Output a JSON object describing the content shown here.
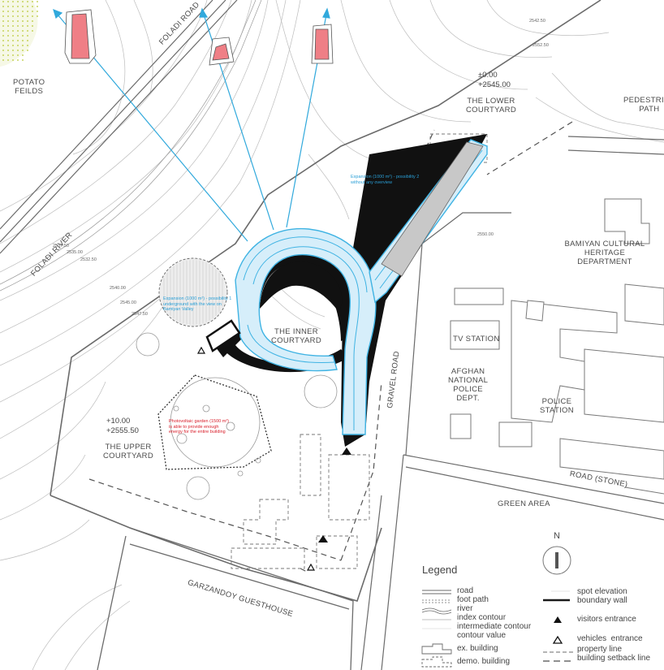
{
  "labels": {
    "potato_fields": "POTATO\nFEILDS",
    "foladi_road": "FOLADI ROAD",
    "foladi_river": "FOLADI RIVER",
    "lower_courtyard": "THE LOWER\nCOURTYARD",
    "pedestrian_path": "PEDESTRIAN\nPATH",
    "bamiyan_dept": "BAMIYAN CULTURAL HERITAGE\nDEPARTMENT",
    "inner_courtyard": "THE INNER\nCOURTYARD",
    "tv_station": "TV STATION",
    "police_dept": "AFGHAN\nNATIONAL\nPOLICE\nDEPT.",
    "police_station": "POLICE\nSTATION",
    "gravel_road": "GRAVEL ROAD",
    "upper_courtyard": "THE UPPER\nCOURTYARD",
    "road_stone": "ROAD (STONE)",
    "green_area": "GREEN AREA",
    "guesthouse": "GARZANDOY GUESTHOUSE",
    "north": "N"
  },
  "elevations": {
    "lower": "±0.00\n+2545.00",
    "upper": "+10.00\n+2555.50"
  },
  "notes": {
    "expansion_2": "Expansion (1000 m²) - possibility 2\nwithout any overview",
    "expansion_1": "Expansion (1000 m²) - possibility 1\nunderground with the view on\nBamiyan Valley",
    "photovoltaic": "Photovoltaic garden (1500 m²)\nis able to provide enough\nenergy for the entire building"
  },
  "contour_values": [
    "2542.50",
    "2537.50",
    "2535.00",
    "2532.50",
    "2540.00",
    "2545.00",
    "2547.50",
    "2550.00",
    "2552.50"
  ],
  "legend": {
    "title": "Legend",
    "left_items": [
      "road",
      "foot path",
      "river",
      "index contour",
      "intermediate contour",
      "contour value",
      "ex. building",
      "demo. building"
    ],
    "right_items": [
      "spot elevation",
      "boundary wall",
      "visitors entrance",
      "vehicles  entrance",
      "property line",
      "building setback line"
    ]
  },
  "colors": {
    "building_fill": "#d6eefa",
    "building_stroke": "#3fb3e3",
    "sightline": "#31a9dc",
    "monument": "#ef7f86",
    "field_dots": "#b8c832",
    "ink": "#1a1a1a",
    "contour": "#bdbdbd"
  }
}
